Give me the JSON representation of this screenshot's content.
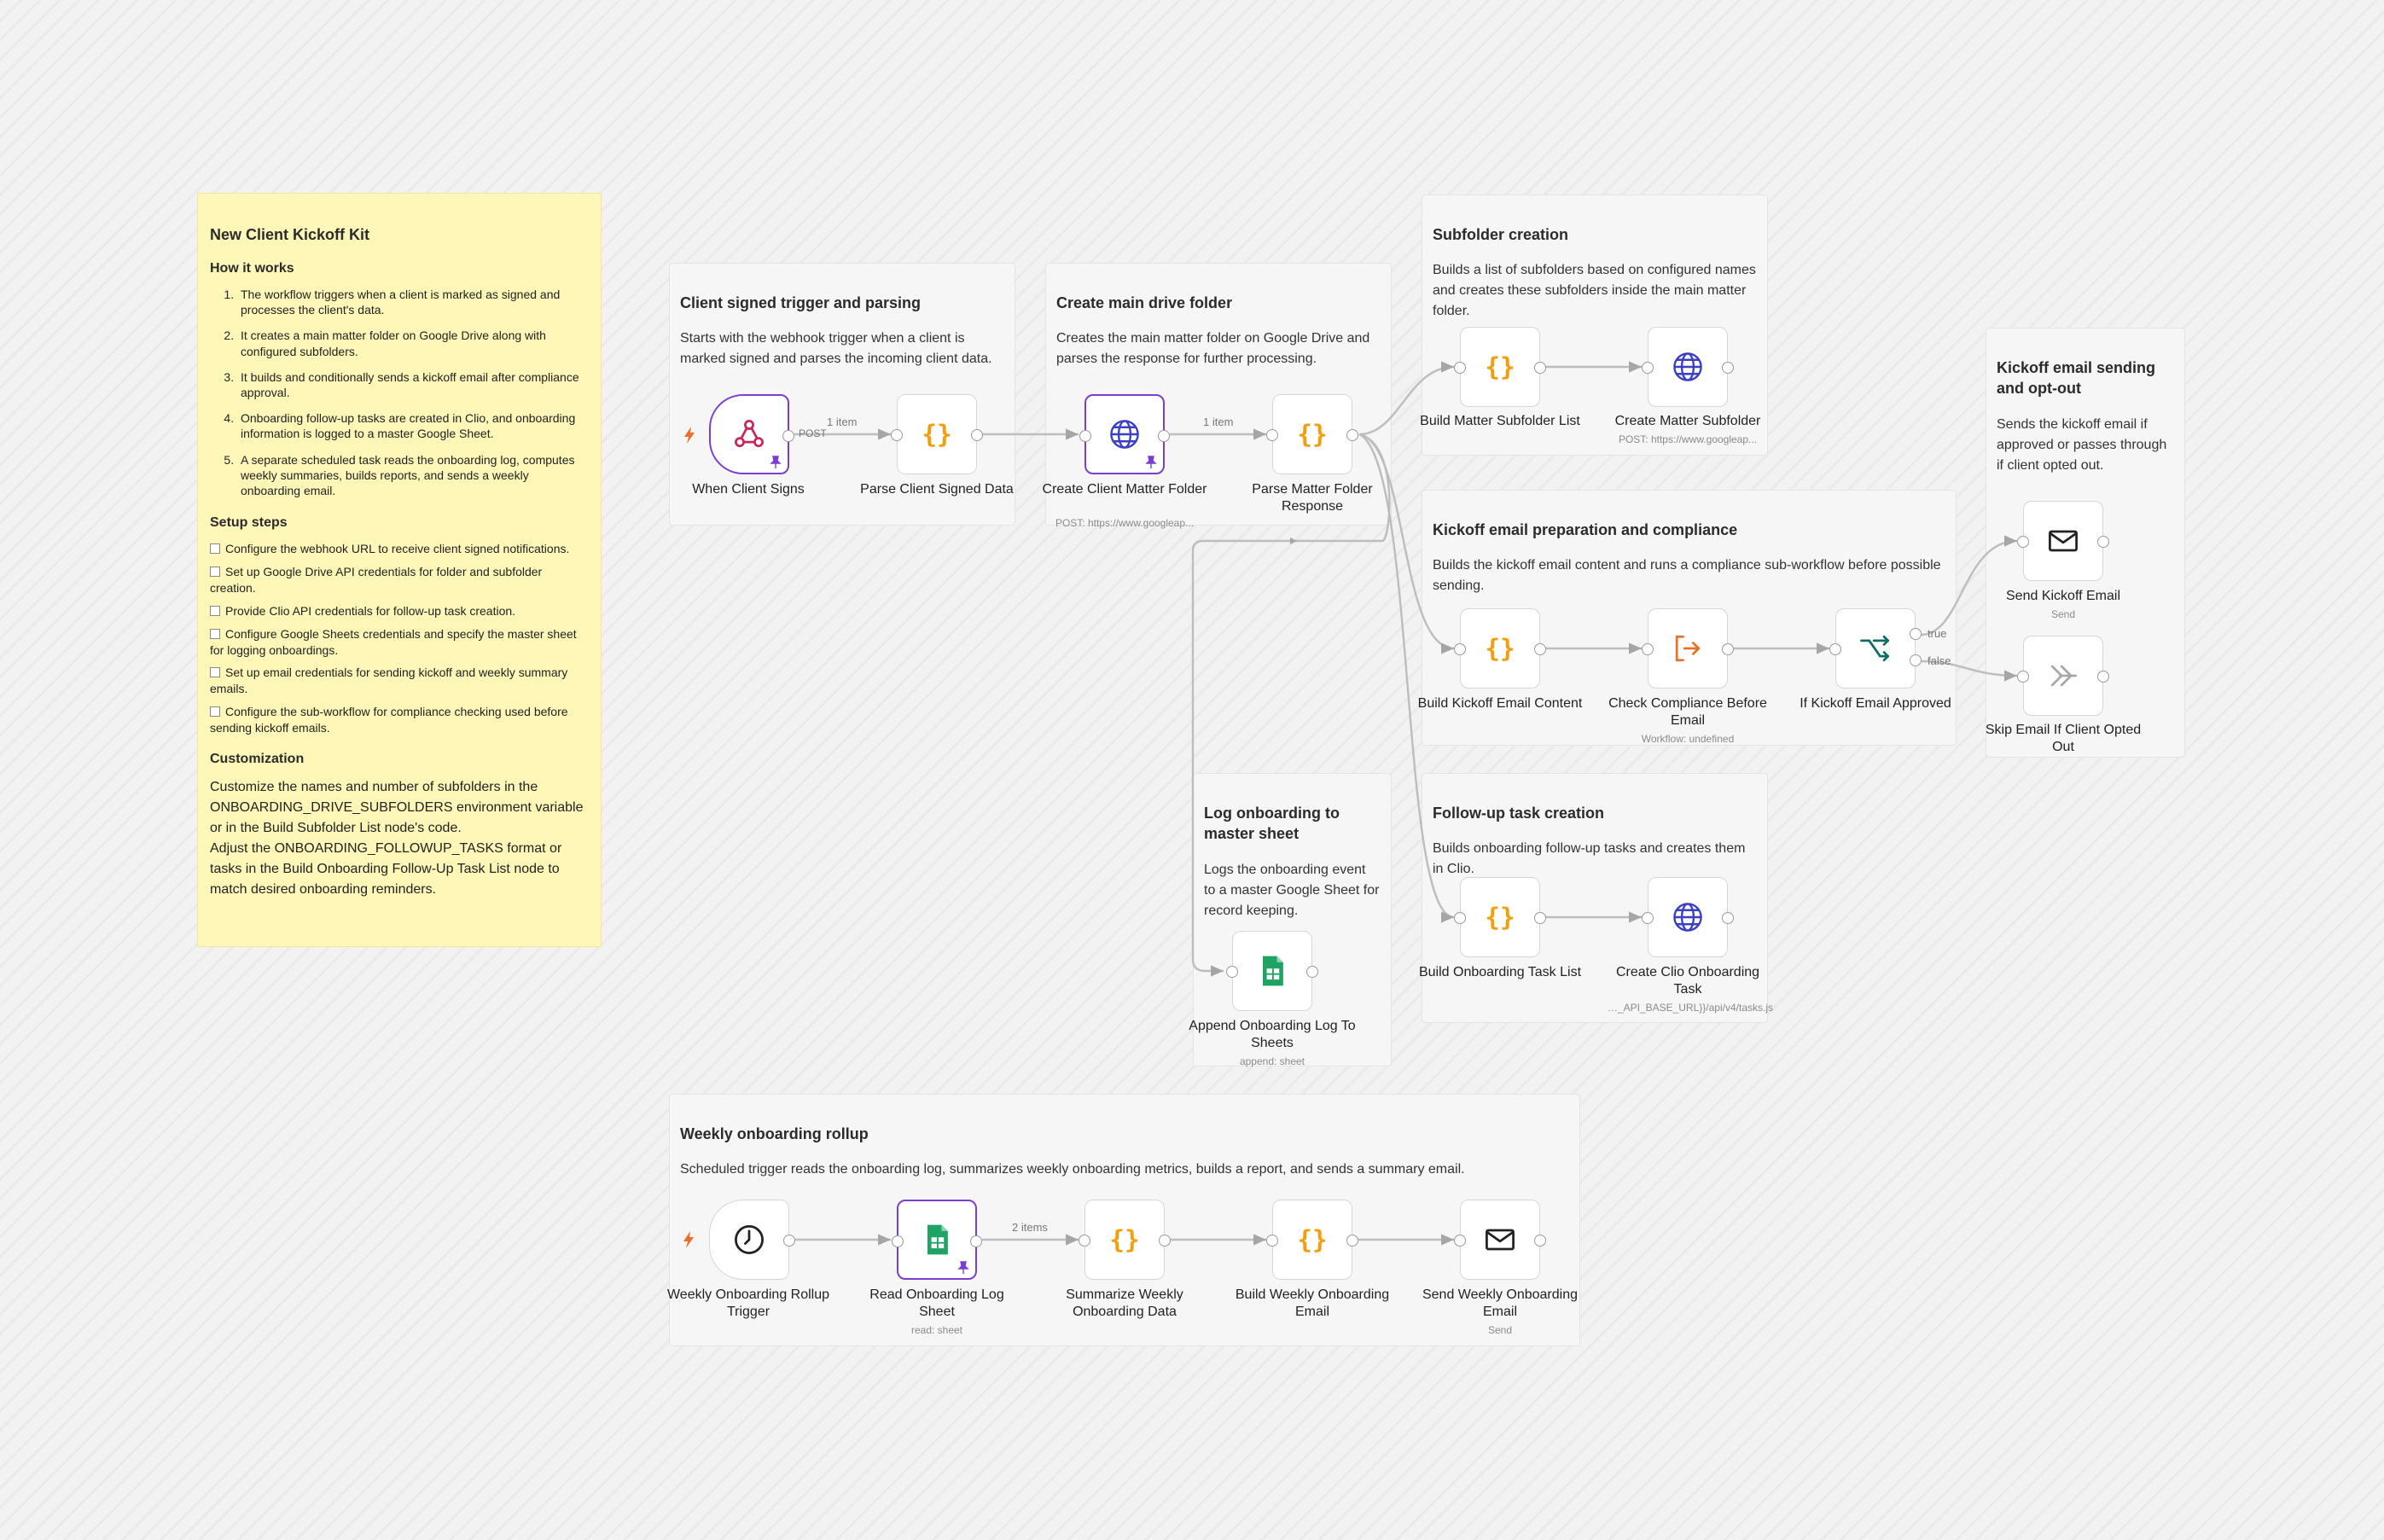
{
  "sticky": {
    "title": "New Client Kickoff Kit",
    "how_heading": "How it works",
    "how_items": [
      "The workflow triggers when a client is marked as signed and processes the client's data.",
      "It creates a main matter folder on Google Drive along with configured subfolders.",
      "It builds and conditionally sends a kickoff email after compliance approval.",
      "Onboarding follow-up tasks are created in Clio, and onboarding information is logged to a master Google Sheet.",
      "A separate scheduled task reads the onboarding log, computes weekly summaries, builds reports, and sends a weekly onboarding email."
    ],
    "setup_heading": "Setup steps",
    "setup_items": [
      "Configure the webhook URL to receive client signed notifications.",
      "Set up Google Drive API credentials for folder and subfolder creation.",
      "Provide Clio API credentials for follow-up task creation.",
      "Configure Google Sheets credentials and specify the master sheet for logging onboardings.",
      "Set up email credentials for sending kickoff and weekly summary emails.",
      "Configure the sub-workflow for compliance checking used before sending kickoff emails."
    ],
    "custom_heading": "Customization",
    "custom_text_1": "Customize the names and number of subfolders in the ONBOARDING_DRIVE_SUBFOLDERS environment variable or in the Build Subfolder List node's code.",
    "custom_text_2": "Adjust the ONBOARDING_FOLLOWUP_TASKS format or tasks in the Build Onboarding Follow-Up Task List node to match desired onboarding reminders."
  },
  "notes": {
    "client": {
      "title": "Client signed trigger and parsing",
      "body": "Starts with the webhook trigger when a client is marked signed and parses the incoming client data."
    },
    "drive": {
      "title": "Create main drive folder",
      "body": "Creates the main matter folder on Google Drive and parses the response for further processing."
    },
    "subfolder": {
      "title": "Subfolder creation",
      "body": "Builds a list of subfolders based on configured names and creates these subfolders inside the main matter folder."
    },
    "kickoff_prep": {
      "title": "Kickoff email preparation and compliance",
      "body": "Builds the kickoff email content and runs a compliance sub-workflow before possible sending."
    },
    "kickoff_send": {
      "title": "Kickoff email sending and opt-out",
      "body": "Sends the kickoff email if approved or passes through if client opted out."
    },
    "log": {
      "title": "Log onboarding to master sheet",
      "body": "Logs the onboarding event to a master Google Sheet for record keeping."
    },
    "followup": {
      "title": "Follow-up task creation",
      "body": "Builds onboarding follow-up tasks and creates them in Clio."
    },
    "weekly": {
      "title": "Weekly onboarding rollup",
      "body": "Scheduled trigger reads the onboarding log, summarizes weekly onboarding metrics, builds a report, and sends a summary email."
    }
  },
  "nodes": {
    "when_client_signs": {
      "label": "When Client Signs",
      "icon": "webhook-icon"
    },
    "parse_client_signed": {
      "label": "Parse Client Signed Data",
      "icon": "code-icon"
    },
    "create_client_matter": {
      "label": "Create Client Matter Folder",
      "sub": "POST: https://www.googleap...",
      "icon": "globe-icon"
    },
    "parse_matter_folder": {
      "label": "Parse Matter Folder Response",
      "icon": "code-icon"
    },
    "build_matter_subfolder": {
      "label": "Build Matter Subfolder List",
      "icon": "code-icon"
    },
    "create_matter_subfolder": {
      "label": "Create Matter Subfolder",
      "sub": "POST: https://www.googleap...",
      "icon": "globe-icon"
    },
    "build_kickoff_content": {
      "label": "Build Kickoff Email Content",
      "icon": "code-icon"
    },
    "check_compliance": {
      "label": "Check Compliance Before Email",
      "sub": "Workflow: undefined",
      "icon": "subworkflow-icon"
    },
    "if_kickoff_approved": {
      "label": "If Kickoff Email Approved",
      "icon": "if-icon"
    },
    "send_kickoff": {
      "label": "Send Kickoff Email",
      "sub": "Send",
      "icon": "mail-icon"
    },
    "skip_email": {
      "label": "Skip Email If Client Opted Out",
      "icon": "noop-icon"
    },
    "append_log": {
      "label": "Append Onboarding Log To Sheets",
      "sub": "append: sheet",
      "icon": "sheets-icon"
    },
    "build_task_list": {
      "label": "Build Onboarding Task List",
      "icon": "code-icon"
    },
    "create_clio_task": {
      "label": "Create Clio Onboarding Task",
      "sub": "POST: ={{$env.CLIO_API_BASE_URL}}/api/v4/tasks.js...",
      "icon": "globe-icon"
    },
    "weekly_trigger": {
      "label": "Weekly Onboarding Rollup Trigger",
      "icon": "clock-icon"
    },
    "read_log": {
      "label": "Read Onboarding Log Sheet",
      "sub": "read: sheet",
      "icon": "sheets-icon"
    },
    "summarize_weekly": {
      "label": "Summarize Weekly Onboarding Data",
      "icon": "code-icon"
    },
    "build_weekly_email": {
      "label": "Build Weekly Onboarding Email",
      "icon": "code-icon"
    },
    "send_weekly_email": {
      "label": "Send Weekly Onboarding Email",
      "sub": "Send",
      "icon": "mail-icon"
    }
  },
  "edge_labels": {
    "client_items": "1 item",
    "client_method": "POST",
    "drive_items": "1 item",
    "weekly_items": "2 items",
    "if_true": "true",
    "if_false": "false"
  },
  "colors": {
    "code": "#f59e0b",
    "globe": "#3b3fc4",
    "webhook": "#c8265f",
    "subworkflow": "#e8702a",
    "if": "#0d6e63",
    "sheets": "#1ea362",
    "pinned_border": "#7b3fd0",
    "sticky_bg": "#fff7b7"
  }
}
